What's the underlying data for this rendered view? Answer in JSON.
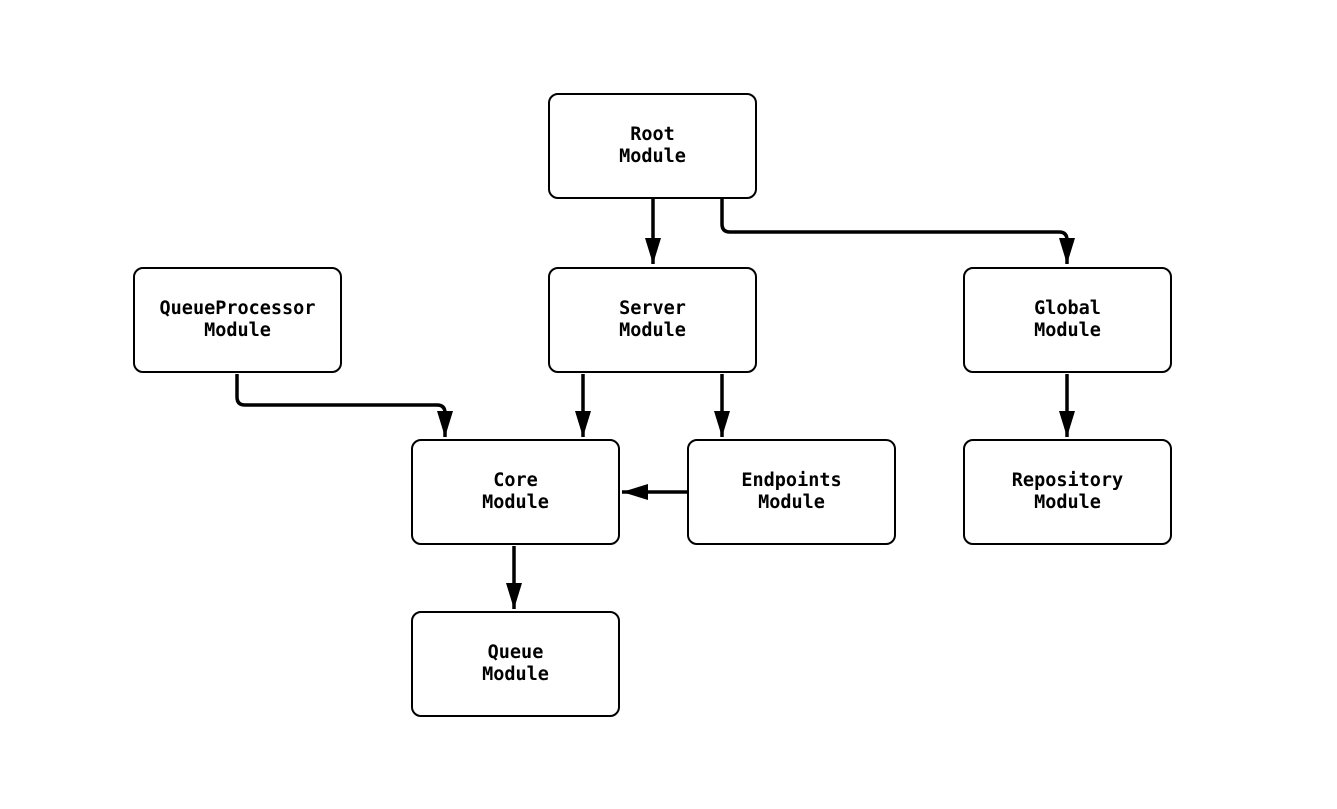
{
  "diagram": {
    "background_color": "#ffffff",
    "stroke_color": "#000000",
    "node_fill_color": "#ffffff",
    "text_color": "#000000",
    "nodes": [
      {
        "id": "root",
        "lines": [
          "Root",
          "Module"
        ],
        "label": "Root Module"
      },
      {
        "id": "queueprocessor",
        "lines": [
          "QueueProcessor",
          "Module"
        ],
        "label": "QueueProcessor Module"
      },
      {
        "id": "server",
        "lines": [
          "Server",
          "Module"
        ],
        "label": "Server Module"
      },
      {
        "id": "global",
        "lines": [
          "Global",
          "Module"
        ],
        "label": "Global Module"
      },
      {
        "id": "core",
        "lines": [
          "Core",
          "Module"
        ],
        "label": "Core Module"
      },
      {
        "id": "endpoints",
        "lines": [
          "Endpoints",
          "Module"
        ],
        "label": "Endpoints Module"
      },
      {
        "id": "repository",
        "lines": [
          "Repository",
          "Module"
        ],
        "label": "Repository Module"
      },
      {
        "id": "queue",
        "lines": [
          "Queue",
          "Module"
        ],
        "label": "Queue Module"
      }
    ],
    "edges": [
      {
        "from": "root",
        "to": "server"
      },
      {
        "from": "root",
        "to": "global"
      },
      {
        "from": "queueprocessor",
        "to": "core"
      },
      {
        "from": "server",
        "to": "core"
      },
      {
        "from": "server",
        "to": "endpoints"
      },
      {
        "from": "endpoints",
        "to": "core"
      },
      {
        "from": "global",
        "to": "repository"
      },
      {
        "from": "core",
        "to": "queue"
      }
    ]
  }
}
